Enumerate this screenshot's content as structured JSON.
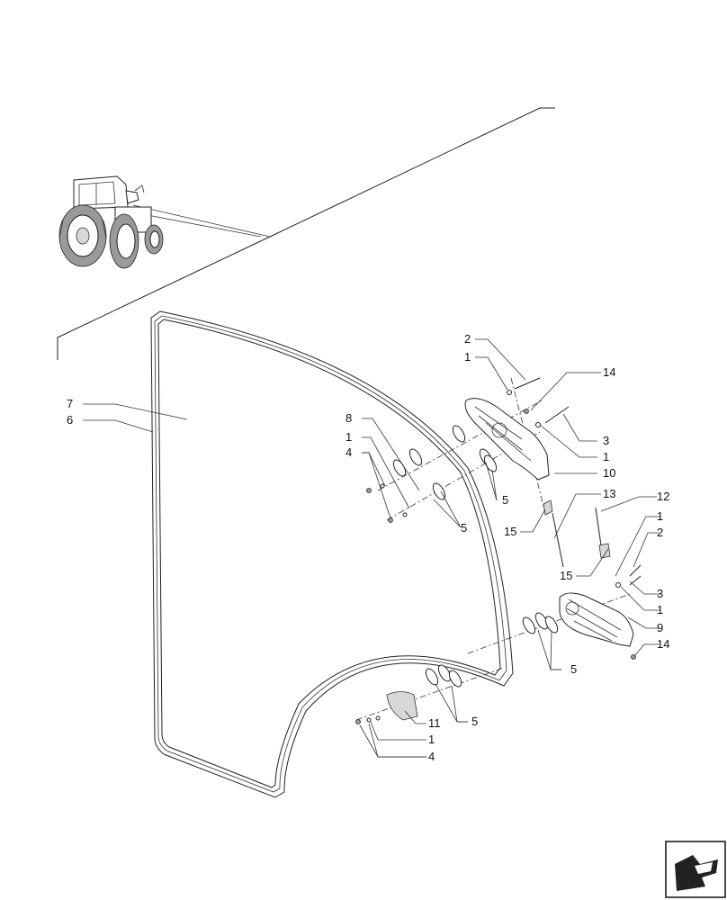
{
  "callouts": [
    {
      "id": "c7",
      "label": "7"
    },
    {
      "id": "c6",
      "label": "6"
    },
    {
      "id": "c8",
      "label": "8"
    },
    {
      "id": "c1a",
      "label": "1"
    },
    {
      "id": "c4a",
      "label": "4"
    },
    {
      "id": "c5a",
      "label": "5"
    },
    {
      "id": "c2a",
      "label": "2"
    },
    {
      "id": "c1b",
      "label": "1"
    },
    {
      "id": "c14a",
      "label": "14"
    },
    {
      "id": "c3a",
      "label": "3"
    },
    {
      "id": "c1c",
      "label": "1"
    },
    {
      "id": "c10",
      "label": "10"
    },
    {
      "id": "c5b",
      "label": "5"
    },
    {
      "id": "c13",
      "label": "13"
    },
    {
      "id": "c15a",
      "label": "15"
    },
    {
      "id": "c12",
      "label": "12"
    },
    {
      "id": "c1d",
      "label": "1"
    },
    {
      "id": "c2b",
      "label": "2"
    },
    {
      "id": "c15b",
      "label": "15"
    },
    {
      "id": "c3b",
      "label": "3"
    },
    {
      "id": "c1e",
      "label": "1"
    },
    {
      "id": "c9",
      "label": "9"
    },
    {
      "id": "c14b",
      "label": "14"
    },
    {
      "id": "c5c",
      "label": "5"
    },
    {
      "id": "c11",
      "label": "11"
    },
    {
      "id": "c5d",
      "label": "5"
    },
    {
      "id": "c1f",
      "label": "1"
    },
    {
      "id": "c4b",
      "label": "4"
    }
  ],
  "icons": {
    "tractor": "tractor-thumbnail-icon",
    "navigation": "next-page-arrow-icon"
  }
}
